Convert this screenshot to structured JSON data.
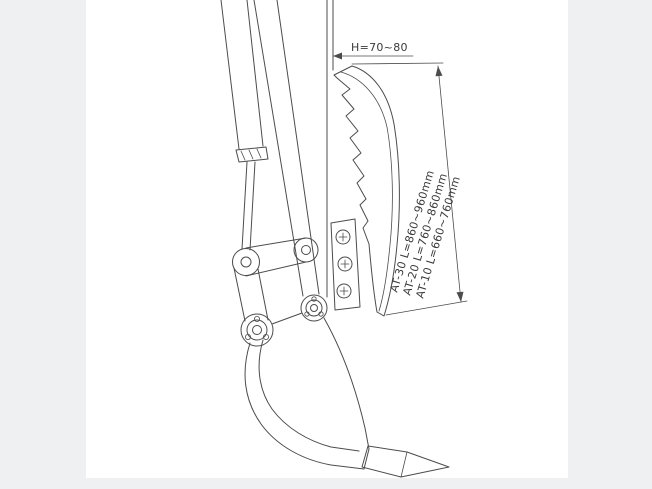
{
  "canvas": {
    "background_color": "#eff0f2",
    "paper_color": "#ffffff",
    "line_color": "#4c4c4c",
    "text_color": "#3a3a3a"
  },
  "drawing": {
    "dimension_h_label": "H=70~80",
    "dimension_l_labels": [
      "AT-30 L=860~960mm",
      "AT-20 L=760~860mm",
      "AT-10 L=660~760mm"
    ]
  }
}
